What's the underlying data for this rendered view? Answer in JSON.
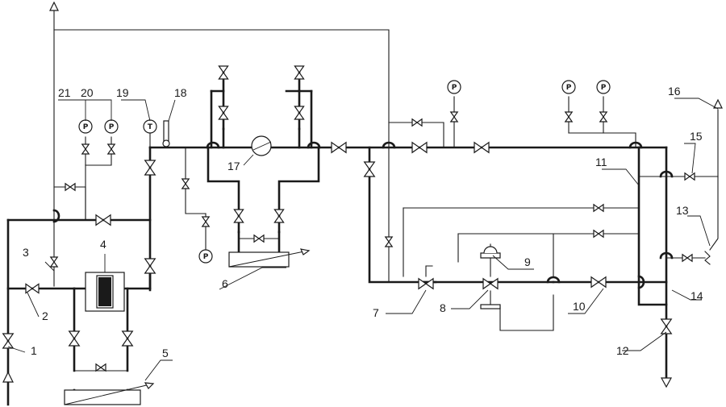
{
  "diagram": {
    "callouts": [
      {
        "id": "1",
        "text": "1"
      },
      {
        "id": "2",
        "text": "2"
      },
      {
        "id": "3",
        "text": "3"
      },
      {
        "id": "4",
        "text": "4"
      },
      {
        "id": "5",
        "text": "5"
      },
      {
        "id": "6",
        "text": "6"
      },
      {
        "id": "7",
        "text": "7"
      },
      {
        "id": "8",
        "text": "8"
      },
      {
        "id": "9",
        "text": "9"
      },
      {
        "id": "10",
        "text": "10"
      },
      {
        "id": "11",
        "text": "11"
      },
      {
        "id": "12",
        "text": "12"
      },
      {
        "id": "13",
        "text": "13"
      },
      {
        "id": "14",
        "text": "14"
      },
      {
        "id": "15",
        "text": "15"
      },
      {
        "id": "16",
        "text": "16"
      },
      {
        "id": "17",
        "text": "17"
      },
      {
        "id": "18",
        "text": "18"
      },
      {
        "id": "19",
        "text": "19"
      },
      {
        "id": "20",
        "text": "20"
      },
      {
        "id": "21",
        "text": "21"
      }
    ],
    "gauge_symbol": "P",
    "thermometer_symbol": "T",
    "icons": [
      "gate-valve-icon",
      "pressure-gauge-icon",
      "thermometer-icon",
      "pump-icon",
      "heat-exchanger-icon",
      "flow-arrow-icon",
      "control-valve-icon"
    ]
  }
}
